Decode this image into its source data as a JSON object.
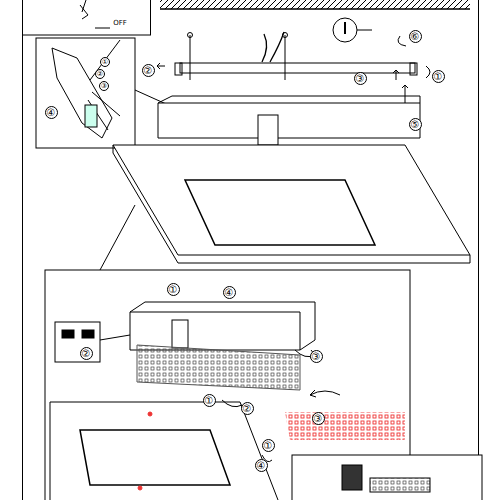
{
  "diagram": {
    "labels": [
      "OFF",
      "⑥",
      "②",
      "③",
      "①",
      "⑤",
      "④",
      "①",
      "②",
      "③",
      "①",
      "④",
      "②",
      "③",
      "①",
      "②",
      "③",
      "①",
      "④"
    ]
  }
}
